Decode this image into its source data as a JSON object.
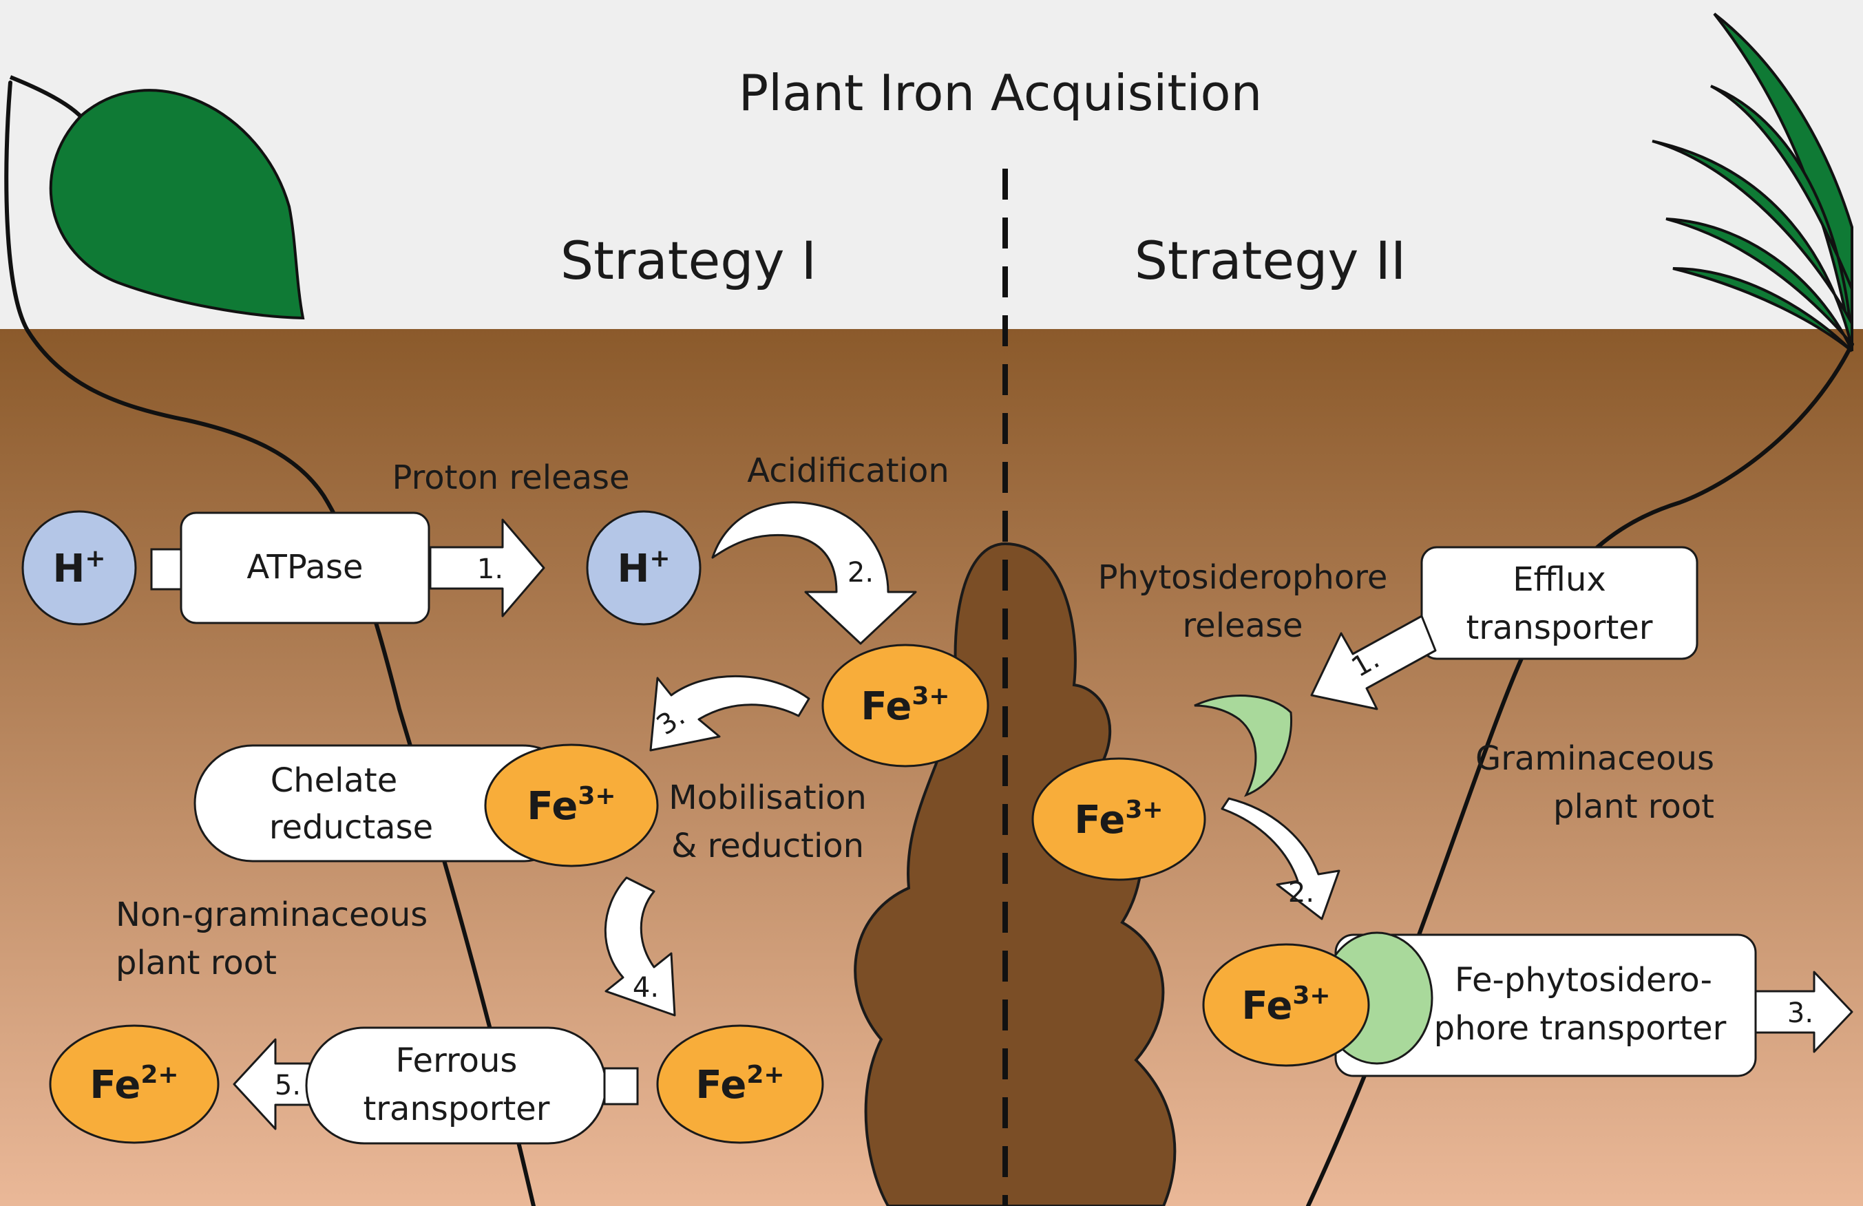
{
  "title": "Plant Iron Acquisition",
  "strategy1": "Strategy I",
  "strategy2": "Strategy II",
  "labels": {
    "proton_release": "Proton release",
    "acidification": "Acidification",
    "mobilisation_1": "Mobilisation",
    "mobilisation_2": "& reduction",
    "non_gram_1": "Non-graminaceous",
    "non_gram_2": "plant root",
    "phyto_release_1": "Phytosiderophore",
    "phyto_release_2": "release",
    "gram_1": "Graminaceous",
    "gram_2": "plant root"
  },
  "boxes": {
    "atpase": "ATPase",
    "chelate_1": "Chelate",
    "chelate_2": "reductase",
    "ferrous_1": "Ferrous",
    "ferrous_2": "transporter",
    "efflux_1": "Efflux",
    "efflux_2": "transporter",
    "fe_phyto_1": "Fe-phytosidero-",
    "fe_phyto_2": "phore transporter"
  },
  "steps": {
    "s1_1": "1.",
    "s1_2": "2.",
    "s1_3": "3.",
    "s1_4": "4.",
    "s1_5": "5.",
    "s2_1": "1.",
    "s2_2": "2.",
    "s2_3": "3."
  },
  "ions": {
    "h_base": "H",
    "h_sup": "+",
    "fe_base": "Fe",
    "fe3_sup": "3+",
    "fe2_sup": "2+"
  },
  "colors": {
    "sky": "#efefef",
    "soil_top": "#8b5a2b",
    "soil_bottom": "#eab898",
    "particle": "#7b4e26",
    "leaf": "#0f7a35",
    "proton": "#b4c6e7",
    "iron": "#f8ad3a",
    "phytosiderophore": "#a9d99b"
  }
}
